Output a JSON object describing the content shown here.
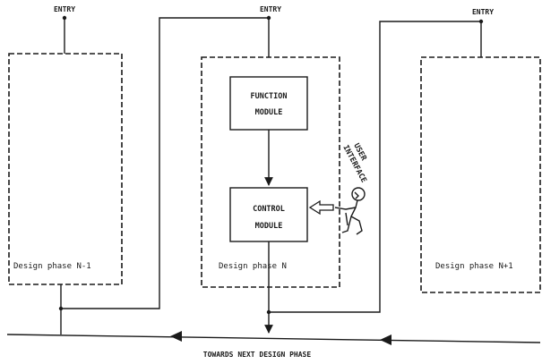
{
  "labels": {
    "entry_left": "ENTRY",
    "entry_center": "ENTRY",
    "entry_right": "ENTRY",
    "function_module_line1": "FUNCTION",
    "function_module_line2": "MODULE",
    "control_module_line1": "CONTROL",
    "control_module_line2": "MODULE",
    "user_interface_line1": "USER",
    "user_interface_line2": "INTERFACE",
    "phase_left": "Design phase N-1",
    "phase_center": "Design phase N",
    "phase_right": "Design phase N+1",
    "bottom": "TOWARDS NEXT DESIGN PHASE"
  }
}
